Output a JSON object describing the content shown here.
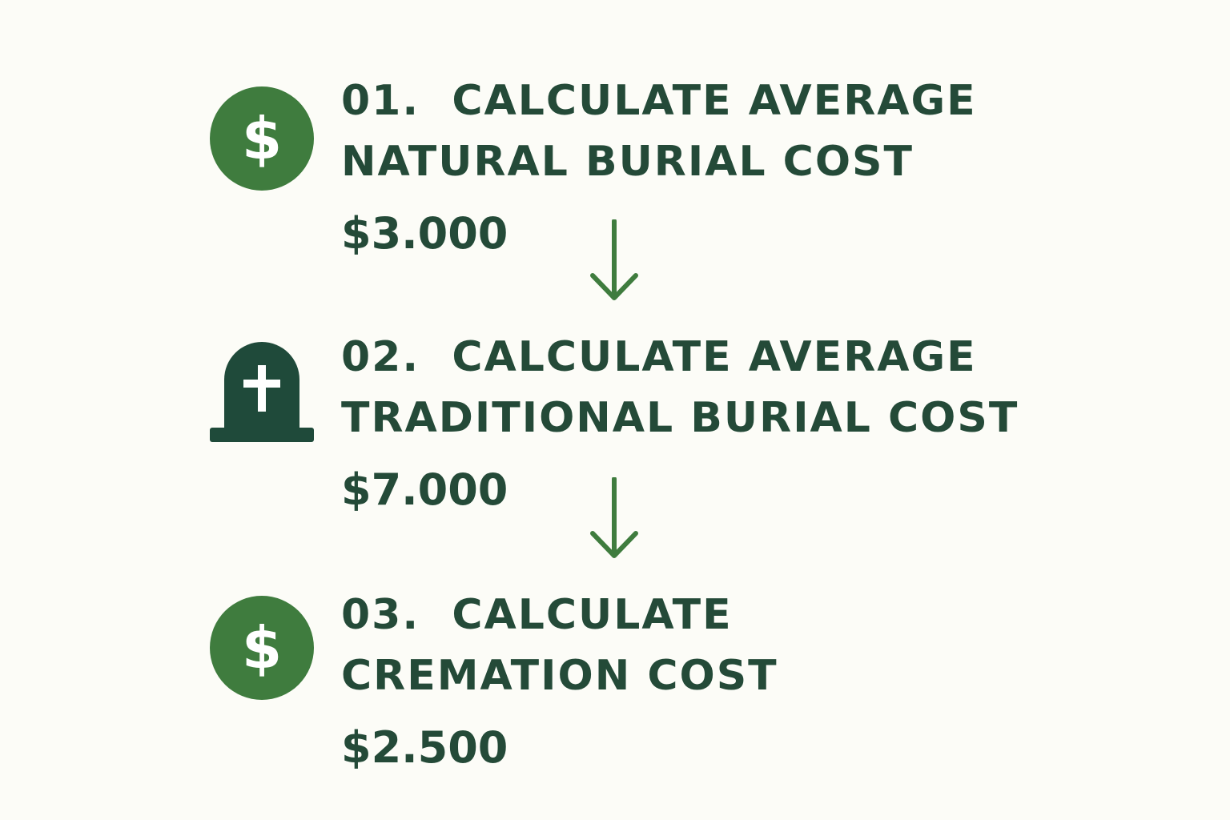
{
  "colors": {
    "background": "#fcfcf7",
    "text": "#244a38",
    "accent_green": "#3f7c3e",
    "tombstone": "#1f4a3a"
  },
  "steps": [
    {
      "number": "01.",
      "title_line1": "CALCULATE AVERAGE",
      "title_line2": "NATURAL BURIAL COST",
      "cost": "$3.000",
      "icon": "dollar-circle-icon"
    },
    {
      "number": "02.",
      "title_line1": "CALCULATE AVERAGE",
      "title_line2": "TRADITIONAL BURIAL COST",
      "cost": "$7.000",
      "icon": "tombstone-cross-icon"
    },
    {
      "number": "03.",
      "title_line1": "CALCULATE",
      "title_line2": "CREMATION COST",
      "cost": "$2.500",
      "icon": "dollar-circle-icon"
    }
  ],
  "connectors": [
    {
      "icon": "arrow-down-icon",
      "from": "01.",
      "to": "02."
    },
    {
      "icon": "arrow-down-icon",
      "from": "02.",
      "to": "03."
    }
  ]
}
